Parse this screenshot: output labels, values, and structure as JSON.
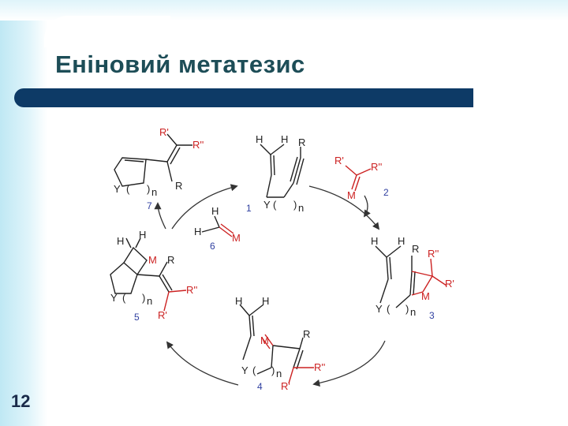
{
  "slide": {
    "title": "Еніновий метатезис",
    "page_number": "12"
  },
  "diagram": {
    "compound_numbers": [
      "1",
      "2",
      "3",
      "4",
      "5",
      "6",
      "7"
    ],
    "labels": {
      "H": "H",
      "R": "R",
      "R1": "R'",
      "R2": "R''",
      "M": "M",
      "Y": "Y",
      "n": "n",
      "paren_open": "(",
      "paren_close": ")"
    },
    "colors": {
      "reactant": "#222222",
      "metal_carbene": "#cc2222",
      "arrows": "#333333",
      "numbers": "#3040a0"
    }
  }
}
